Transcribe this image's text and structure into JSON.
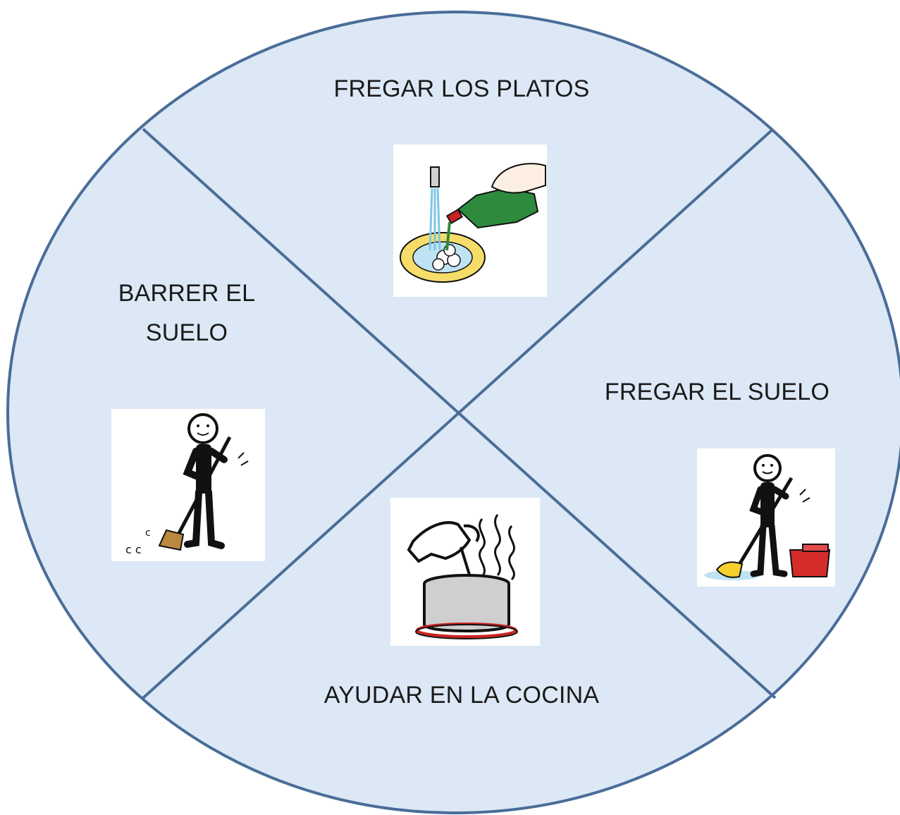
{
  "wheel": {
    "fill_color": "#dce8f5",
    "stroke_color": "#4a6d98",
    "sections": [
      {
        "id": "top",
        "label": "FREGAR LOS PLATOS",
        "icon": "washing-dishes-icon"
      },
      {
        "id": "left",
        "label_lines": [
          "BARRER EL",
          "SUELO"
        ],
        "icon": "sweeping-icon"
      },
      {
        "id": "right",
        "label": "FREGAR EL SUELO",
        "icon": "mopping-icon"
      },
      {
        "id": "bottom",
        "label": "AYUDAR EN LA COCINA",
        "icon": "cooking-pot-icon"
      }
    ]
  }
}
